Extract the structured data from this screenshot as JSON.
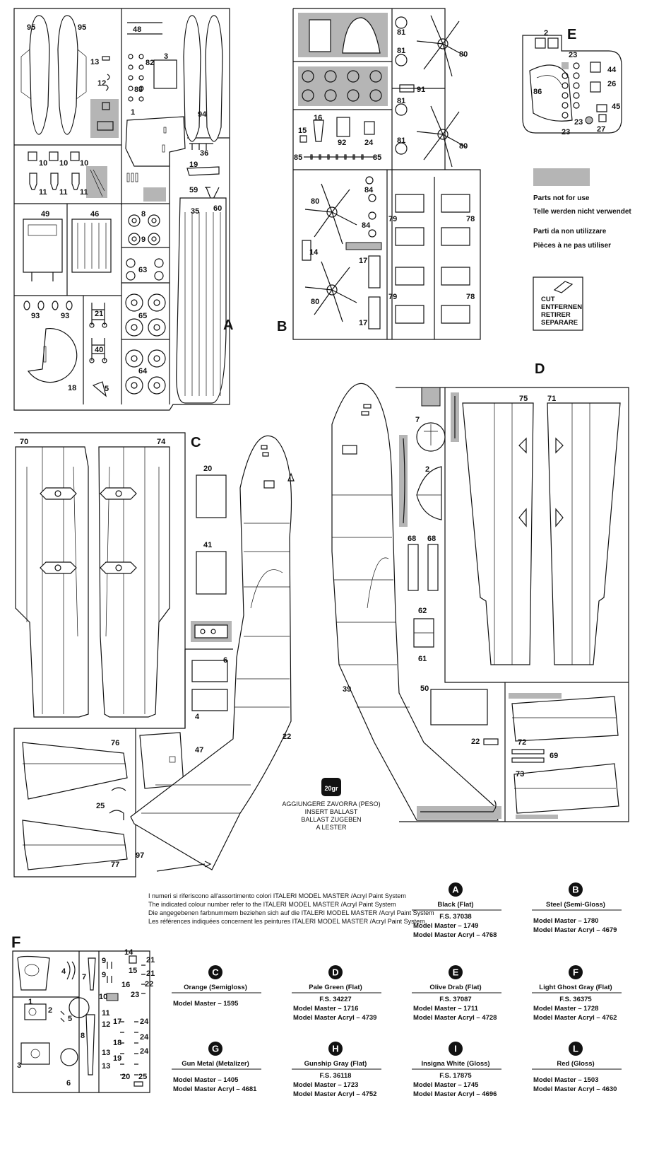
{
  "sprue_letters": {
    "A": "A",
    "B": "B",
    "C": "C",
    "D": "D",
    "E": "E",
    "F": "F"
  },
  "parts_a": [
    "95",
    "95",
    "48",
    "3",
    "13",
    "12",
    "82",
    "83",
    "94",
    "1",
    "36",
    "19",
    "10",
    "10",
    "10",
    "11",
    "11",
    "11",
    "59",
    "60",
    "35",
    "49",
    "46",
    "8",
    "9",
    "63",
    "93",
    "93",
    "21",
    "65",
    "40",
    "18",
    "5",
    "64"
  ],
  "parts_b": [
    "81",
    "81",
    "80",
    "91",
    "81",
    "16",
    "15",
    "92",
    "24",
    "85",
    "85",
    "80",
    "81",
    "84",
    "84",
    "80",
    "79",
    "78",
    "79",
    "78",
    "14",
    "17",
    "17",
    "80"
  ],
  "parts_e": [
    "2",
    "23",
    "44",
    "86",
    "26",
    "45",
    "23",
    "27",
    "23"
  ],
  "parts_c": [
    "70",
    "74",
    "20",
    "41",
    "6",
    "4",
    "76",
    "25",
    "47",
    "22",
    "77",
    "97"
  ],
  "parts_d": [
    "75",
    "71",
    "7",
    "2",
    "68",
    "68",
    "62",
    "61",
    "39",
    "50",
    "22",
    "72",
    "69",
    "73"
  ],
  "parts_f": [
    "1",
    "4",
    "7",
    "9",
    "9",
    "10",
    "14",
    "15",
    "16",
    "21",
    "21",
    "22",
    "23",
    "2",
    "5",
    "8",
    "11",
    "12",
    "13",
    "13",
    "17",
    "18",
    "19",
    "20",
    "24",
    "24",
    "24",
    "25",
    "3",
    "6"
  ],
  "legend": {
    "not_for_use": [
      "Parts not for use",
      "Telle werden nicht verwendet",
      "Parti da non utilizzare",
      "Pièces à ne pas utiliser"
    ],
    "cut": [
      "CUT",
      "ENTFERNEN",
      "RETIRER",
      "SEPARARE"
    ]
  },
  "ballast": {
    "weight": "20gr",
    "lines": [
      "AGGIUNGERE ZAVORRA (PESO)",
      "INSERT BALLAST",
      "BALLAST ZUGEBEN",
      "A LESTER"
    ]
  },
  "paint_notes": [
    "I numeri si riferiscono all'assortimento colori ITALERI MODEL MASTER /Acryl Paint System",
    "The indicated colour number refer to the ITALERI MODEL MASTER /Acryl Paint System",
    "Die angegebenen farbnummern beziehen sich auf die ITALERI MODEL MASTER /Acryl Paint System",
    "Les références indiquées concernent les peintures ITALERI MODEL MASTER /Acryl Paint System"
  ],
  "paints": [
    {
      "code": "A",
      "name": "Black (Flat)",
      "fs": "F.S. 37038",
      "mm": "Model Master – 1749",
      "acryl": "Model Master Acryl – 4768"
    },
    {
      "code": "B",
      "name": "Steel (Semi-Gloss)",
      "fs": "",
      "mm": "Model Master – 1780",
      "acryl": "Model Master Acryl – 4679"
    },
    {
      "code": "C",
      "name": "Orange (Semigloss)",
      "fs": "",
      "mm": "Model Master – 1595",
      "acryl": ""
    },
    {
      "code": "D",
      "name": "Pale Green (Flat)",
      "fs": "F.S. 34227",
      "mm": "Model Master – 1716",
      "acryl": "Model Master Acryl – 4739"
    },
    {
      "code": "E",
      "name": "Olive Drab (Flat)",
      "fs": "F.S. 37087",
      "mm": "Model Master – 1711",
      "acryl": "Model Master Acryl – 4728"
    },
    {
      "code": "F",
      "name": "Light Ghost Gray (Flat)",
      "fs": "F.S. 36375",
      "mm": "Model Master – 1728",
      "acryl": "Model Master Acryl – 4762"
    },
    {
      "code": "G",
      "name": "Gun Metal (Metalizer)",
      "fs": "",
      "mm": "Model Master – 1405",
      "acryl": "Model Master Acryl – 4681"
    },
    {
      "code": "H",
      "name": "Gunship Gray (Flat)",
      "fs": "F.S. 36118",
      "mm": "Model Master – 1723",
      "acryl": "Model Master Acryl – 4752"
    },
    {
      "code": "I",
      "name": "Insigna White (Gloss)",
      "fs": "F.S. 17875",
      "mm": "Model Master – 1745",
      "acryl": "Model Master Acryl – 4696"
    },
    {
      "code": "L",
      "name": "Red (Gloss)",
      "fs": "",
      "mm": "Model Master – 1503",
      "acryl": "Model Master Acryl – 4630"
    }
  ],
  "colors": {
    "unused_fill": "#b5b5b5",
    "line": "#111111",
    "paint_badge": "#111111"
  }
}
